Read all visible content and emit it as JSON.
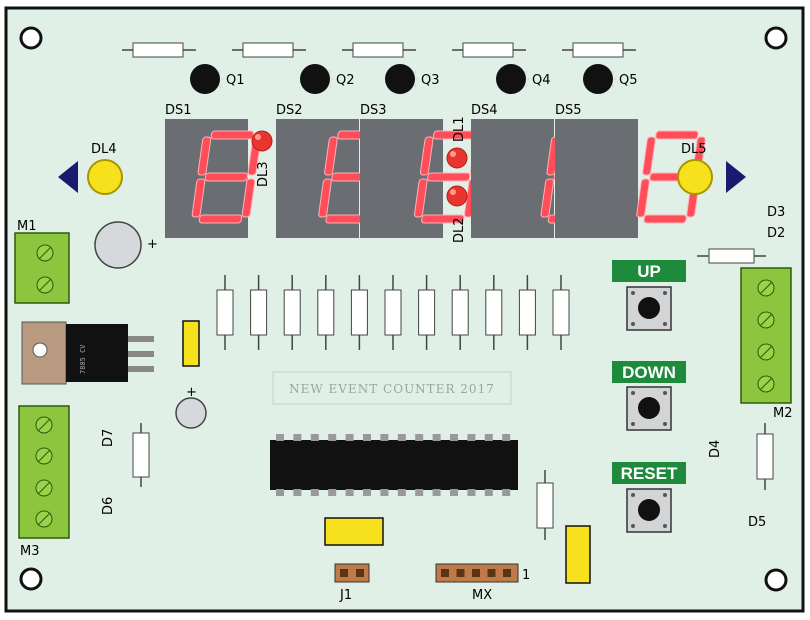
{
  "board": {
    "background_color": "#e1f0e6",
    "silkscreen": "NEW EVENT COUNTER 2017"
  },
  "displays": [
    {
      "label": "DS1"
    },
    {
      "label": "DS2"
    },
    {
      "label": "DS3"
    },
    {
      "label": "DS4"
    },
    {
      "label": "DS5"
    }
  ],
  "transistors": [
    {
      "label": "Q1"
    },
    {
      "label": "Q2"
    },
    {
      "label": "Q3"
    },
    {
      "label": "Q4"
    },
    {
      "label": "Q5"
    }
  ],
  "leds": {
    "dl1": "DL1",
    "dl2": "DL2",
    "dl3": "DL3",
    "dl4": "DL4",
    "dl5": "DL5",
    "red_color": "#e8352d",
    "yellow_color": "#f7e11c"
  },
  "diodes": {
    "d2": "D2",
    "d3": "D3",
    "d4": "D4",
    "d5": "D5",
    "d6": "D6",
    "d7": "D7"
  },
  "terminals": {
    "m1": "M1",
    "m2": "M2",
    "m3": "M3",
    "color": "#8cc63f"
  },
  "buttons": {
    "up": "UP",
    "down": "DOWN",
    "reset": "RESET",
    "label_color": "#1e8a3c"
  },
  "headers": {
    "j1": "J1",
    "mx": "MX",
    "mx_pin1": "1"
  },
  "segment_color": "#ff4d5a",
  "display_body_color": "#6a6e72"
}
